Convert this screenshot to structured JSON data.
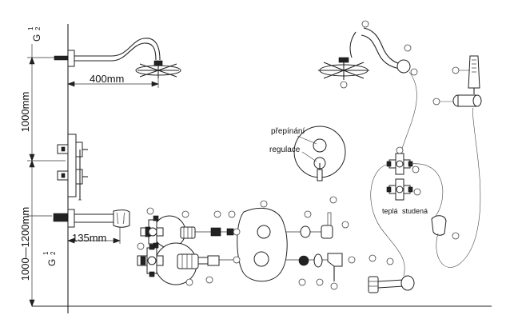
{
  "dimensions": {
    "shower_arm_length": "400mm",
    "height_upper": "1000mm",
    "height_lower": "1000—1200mm",
    "spout_length": "135mm",
    "thread_label_G": "G",
    "thread_fraction_num": "1",
    "thread_fraction_den": "2"
  },
  "labels": {
    "diverter": "přepínání",
    "regulation": "regulace",
    "warm": "teplá",
    "cold": "studená"
  },
  "colors": {
    "line": "#222222",
    "background": "#ffffff"
  }
}
